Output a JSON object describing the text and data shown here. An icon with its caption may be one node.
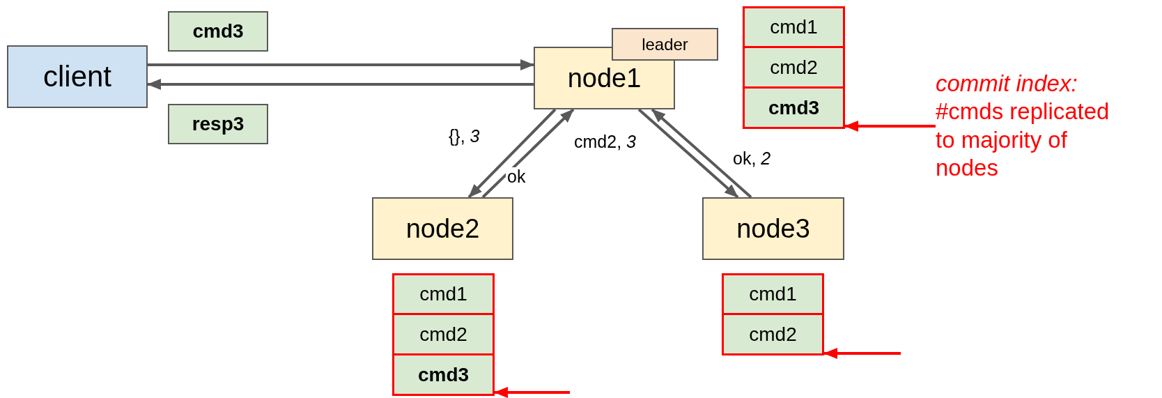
{
  "diagram": {
    "nodes": [
      {
        "text": [
          "client"
        ]
      },
      {
        "text": [
          "cmd3"
        ]
      },
      {
        "text": [
          "resp3"
        ]
      },
      {
        "text": [
          "node1"
        ]
      },
      {
        "text": [
          "leader"
        ]
      },
      {
        "text": [
          "cmd1"
        ]
      },
      {
        "text": [
          "cmd2"
        ]
      },
      {
        "text": [
          "cmd3"
        ]
      },
      {
        "text": [
          "commit index:",
          "#cmds replicated to majority of nodes"
        ]
      },
      {
        "text": [
          "node2"
        ]
      },
      {
        "text": [
          "node3"
        ]
      },
      {
        "text": [
          "cmd1"
        ]
      },
      {
        "text": [
          "cmd2"
        ]
      },
      {
        "text": [
          "cmd3"
        ]
      },
      {
        "text": [
          "cmd1"
        ]
      },
      {
        "text": [
          "cmd2"
        ]
      }
    ],
    "edges": [
      {
        "from": 0,
        "to": 3,
        "arrow": "to"
      },
      {
        "from": 3,
        "to": 0,
        "arrow": "to"
      },
      {
        "from": 3,
        "to": 9,
        "arrow": "to",
        "label": "{}, *3*"
      },
      {
        "from": 9,
        "to": 3,
        "arrow": "to",
        "label": "ok"
      },
      {
        "from": 3,
        "to": 10,
        "arrow": "to",
        "label": "cmd2, *3*"
      },
      {
        "from": 10,
        "to": 3,
        "arrow": "to",
        "label": "ok, *2*"
      },
      {
        "from": 8,
        "to": 7,
        "arrow": "to",
        "color": "#ff0000"
      },
      {
        "from": null,
        "to": 13,
        "arrow": "to",
        "color": "#ff0000"
      },
      {
        "from": null,
        "to": 15,
        "arrow": "to",
        "color": "#ff0000"
      }
    ]
  }
}
